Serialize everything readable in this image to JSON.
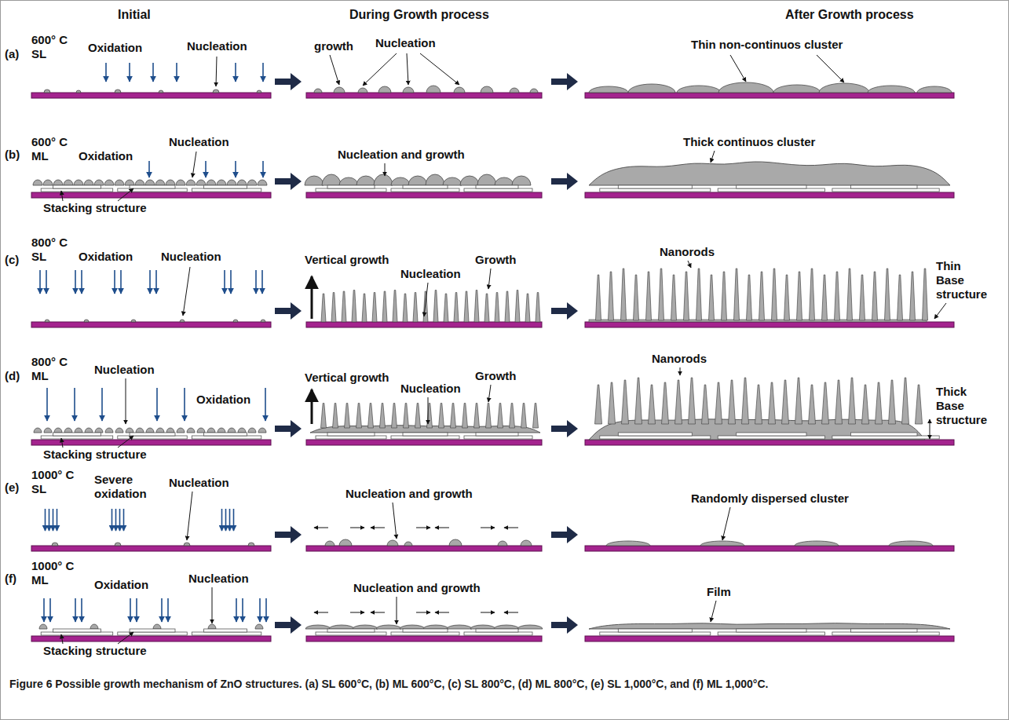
{
  "diagram": {
    "caption": "Figure 6 Possible growth mechanism of ZnO structures. (a) SL 600°C, (b) ML 600°C, (c) SL 800°C, (d) ML 800°C, (e) SL 1,000°C, and (f) ML 1,000°C.",
    "labels": [
      "Initial",
      "During Growth process",
      "After Growth process",
      "(a)",
      "600° C",
      "SL",
      "Oxidation",
      "Nucleation",
      "growth",
      "Nucleation",
      "Thin non-continuos cluster",
      "(b)",
      "600° C",
      "ML",
      "Oxidation",
      "Nucleation",
      "Stacking structure",
      "Nucleation and growth",
      "Thick continuos cluster",
      "(c)",
      "800° C",
      "SL",
      "Oxidation",
      "Nucleation",
      "Vertical growth",
      "Nucleation",
      "Growth",
      "Nanorods",
      "Thin Base structure",
      "(d)",
      "800° C",
      "ML",
      "Nucleation",
      "Oxidation",
      "Stacking structure",
      "Vertical growth",
      "Nucleation",
      "Growth",
      "Nanorods",
      "Thick Base structure",
      "(e)",
      "1000° C",
      "SL",
      "Severe oxidation",
      "Nucleation",
      "Nucleation and growth",
      "Randomly dispersed cluster",
      "(f)",
      "1000° C",
      "ML",
      "Oxidation",
      "Nucleation",
      "Stacking structure",
      "Nucleation and growth",
      "Film"
    ]
  }
}
